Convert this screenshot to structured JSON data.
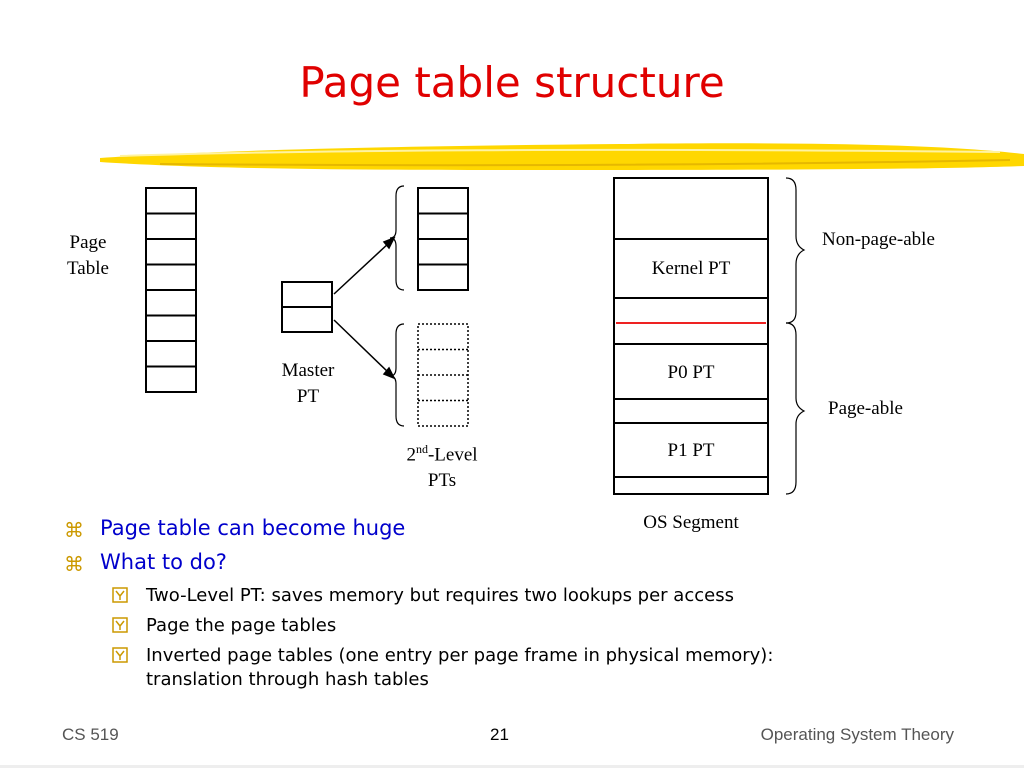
{
  "title": "Page table structure",
  "diagram": {
    "page_table_label": [
      "Page",
      "Table"
    ],
    "master_pt_label": [
      "Master",
      "PT"
    ],
    "second_level_label": {
      "num": "2",
      "sup": "nd",
      "rest": "-Level",
      "line2": "PTs"
    },
    "kernel_pt": "Kernel PT",
    "p0_pt": "P0 PT",
    "p1_pt": "P1 PT",
    "os_segment": "OS Segment",
    "non_pageable": "Non-page-able",
    "pageable": "Page-able"
  },
  "bullets": [
    {
      "text": "Page table can become huge"
    },
    {
      "text": "What to do?"
    }
  ],
  "sub_bullets": [
    {
      "lines": [
        "Two-Level PT: saves memory but requires two lookups per access"
      ]
    },
    {
      "lines": [
        "Page the page tables"
      ]
    },
    {
      "lines": [
        "Inverted page tables (one entry per page frame in physical memory):",
        "translation through  hash tables"
      ]
    }
  ],
  "footer": {
    "left": "CS 519",
    "center": "21",
    "right": "Operating System Theory"
  },
  "colors": {
    "title": "#e00000",
    "bullet_text": "#0000cc",
    "bullet_mark": "#cc9900",
    "divider": "#ee2222",
    "highlight": "#ffd700"
  }
}
